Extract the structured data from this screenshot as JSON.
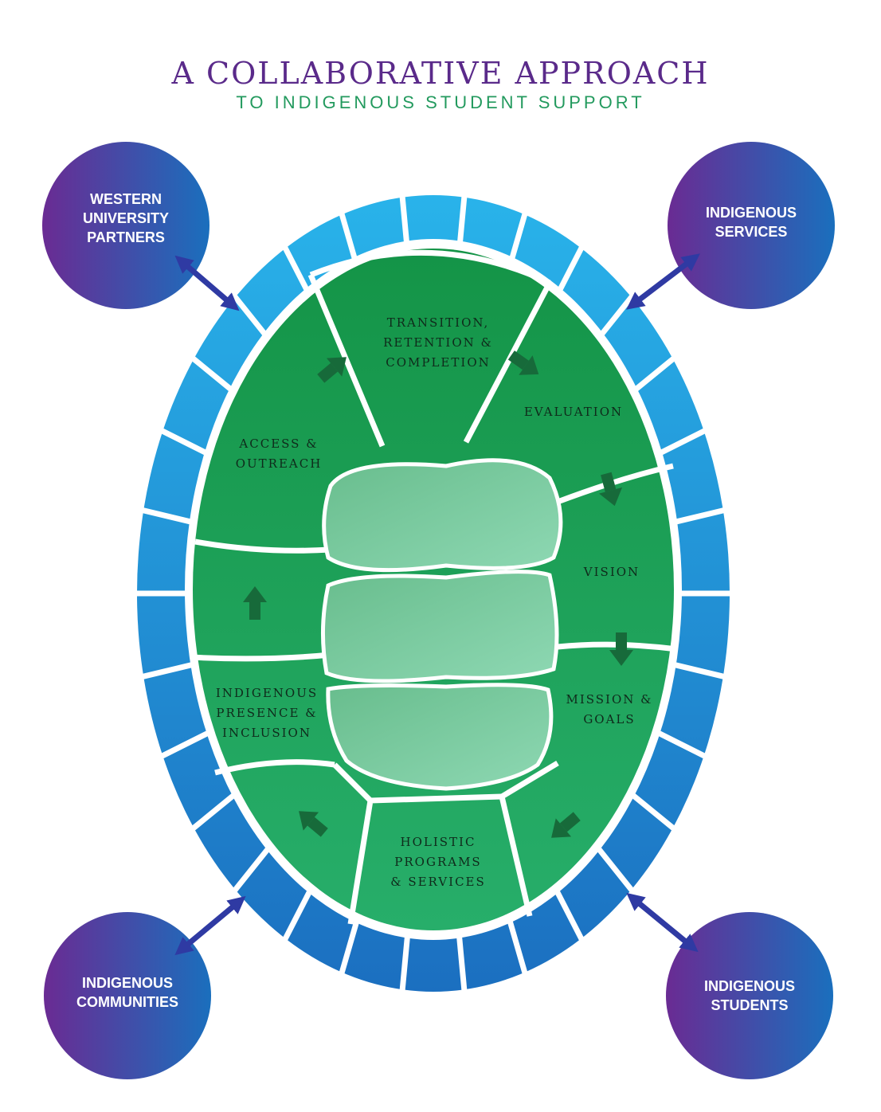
{
  "header": {
    "title": "A COLLABORATIVE APPROACH",
    "subtitle": "TO INDIGENOUS STUDENT SUPPORT"
  },
  "colors": {
    "title": "#5a2a8a",
    "subtitle": "#239a5e",
    "shell_edge_light": "#29b3ea",
    "shell_edge_dark": "#1b6fc0",
    "scute_green": "#1fa35a",
    "scute_center": "#7ecba0",
    "arrow_green": "#176a3a",
    "connector_arrow": "#2f3aa3",
    "circle_purple": "#6a2b93",
    "circle_blue": "#1a6fbd"
  },
  "partners": [
    {
      "line1": "WESTERN",
      "line2": "UNIVERSITY",
      "line3": "PARTNERS"
    },
    {
      "line1": "INDIGENOUS",
      "line2": "SERVICES",
      "line3": ""
    },
    {
      "line1": "INDIGENOUS",
      "line2": "COMMUNITIES",
      "line3": ""
    },
    {
      "line1": "INDIGENOUS",
      "line2": "STUDENTS",
      "line3": ""
    }
  ],
  "cycle": [
    {
      "line1": "TRANSITION,",
      "line2": "RETENTION &",
      "line3": "COMPLETION"
    },
    {
      "line1": "EVALUATION",
      "line2": "",
      "line3": ""
    },
    {
      "line1": "VISION",
      "line2": "",
      "line3": ""
    },
    {
      "line1": "MISSION &",
      "line2": "GOALS",
      "line3": ""
    },
    {
      "line1": "HOLISTIC",
      "line2": "PROGRAMS",
      "line3": "& SERVICES"
    },
    {
      "line1": "INDIGENOUS",
      "line2": "PRESENCE &",
      "line3": "INCLUSION"
    },
    {
      "line1": "ACCESS &",
      "line2": "OUTREACH",
      "line3": ""
    }
  ]
}
